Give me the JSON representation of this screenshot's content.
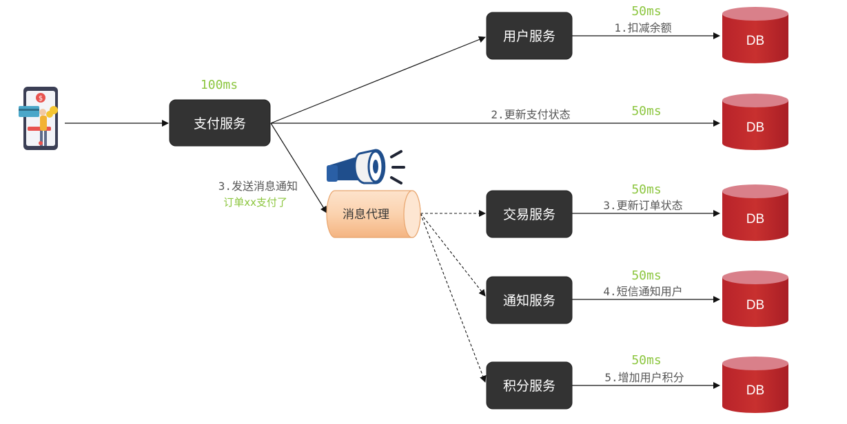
{
  "payment": {
    "label": "支付服务",
    "latency": "100ms",
    "message_line1": "3.发送消息通知",
    "message_line2": "订单xx支付了"
  },
  "broker": {
    "label": "消息代理"
  },
  "user_service": {
    "label": "用户服务",
    "latency": "50ms",
    "action": "1.扣减余额",
    "db": "DB"
  },
  "payment_db": {
    "latency": "50ms",
    "action": "2.更新支付状态",
    "db": "DB"
  },
  "trade_service": {
    "label": "交易服务",
    "latency": "50ms",
    "action": "3.更新订单状态",
    "db": "DB"
  },
  "notify_service": {
    "label": "通知服务",
    "latency": "50ms",
    "action": "4.短信通知用户",
    "db": "DB"
  },
  "points_service": {
    "label": "积分服务",
    "latency": "50ms",
    "action": "5.增加用户积分",
    "db": "DB"
  },
  "colors": {
    "service_box": "#333333",
    "db_red": "#c0282d",
    "db_top": "#d9808a",
    "latency_green": "#8cc63f",
    "broker_orange": "#f7c49a"
  },
  "icons": [
    "phone-payment-icon",
    "megaphone-icon"
  ]
}
